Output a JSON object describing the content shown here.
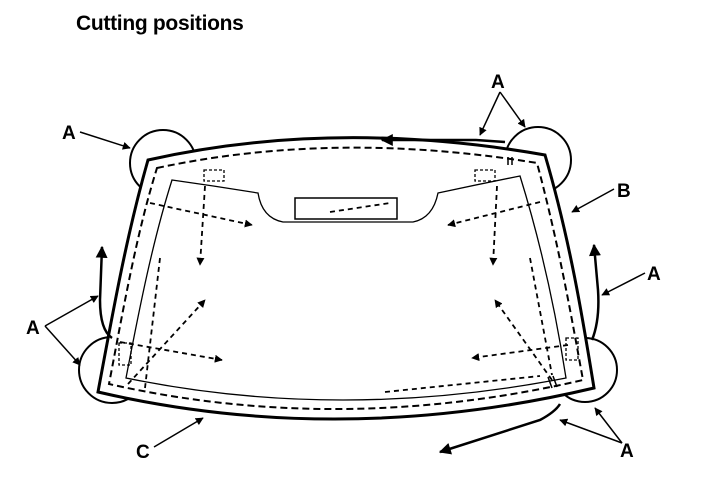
{
  "title": "Cutting positions",
  "labels": {
    "a": "A",
    "b": "B",
    "c": "C"
  }
}
